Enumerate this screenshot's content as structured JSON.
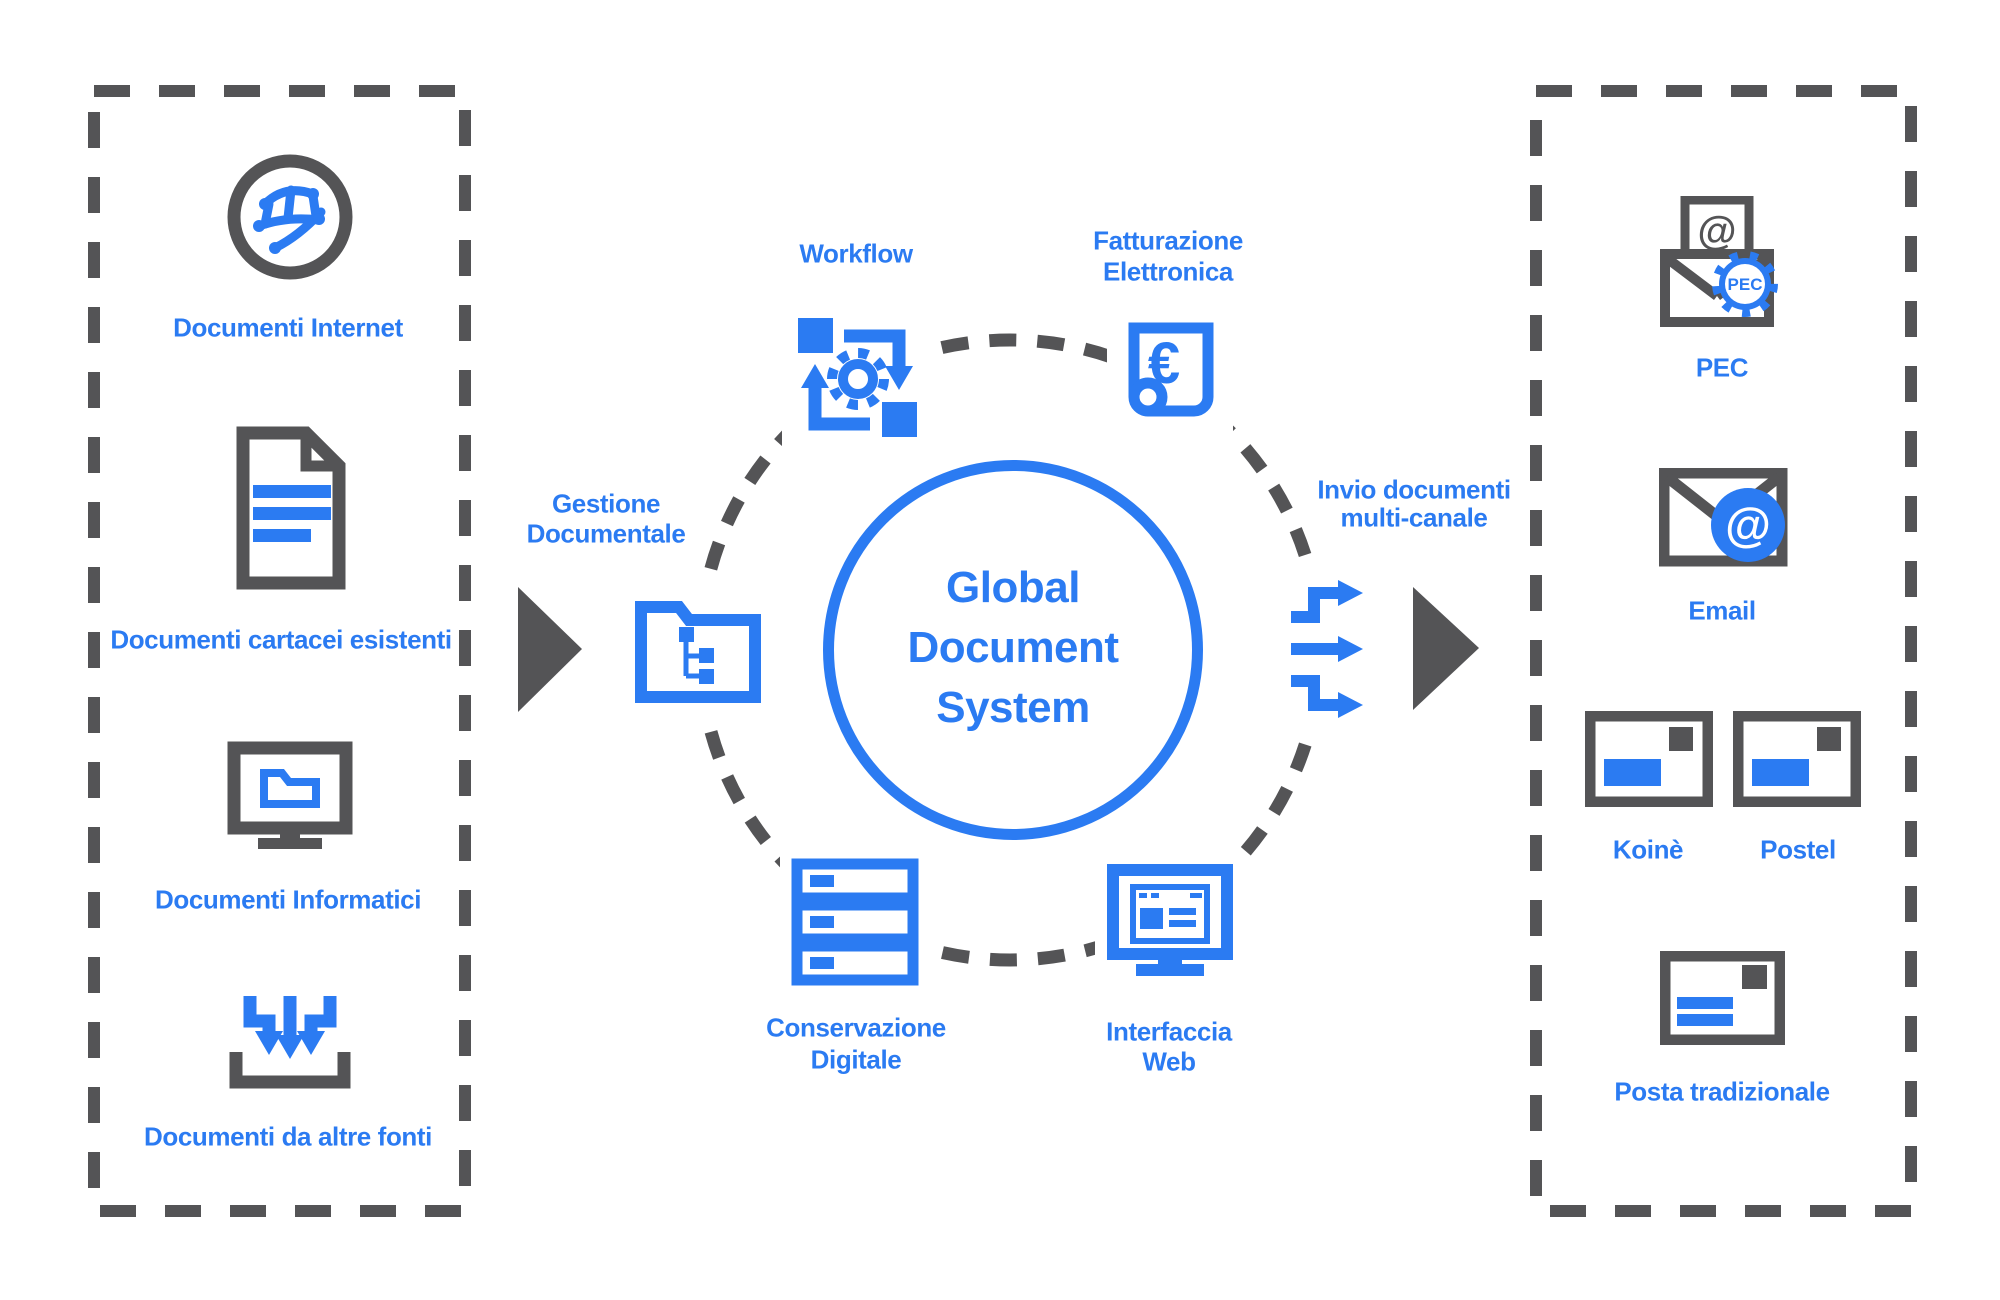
{
  "colors": {
    "accent_blue": "#2B7BF2",
    "icon_gray": "#545456"
  },
  "input_panel": {
    "items": [
      {
        "icon": "globe-icon",
        "label": "Documenti Internet"
      },
      {
        "icon": "paper-document-icon",
        "label": "Documenti cartacei esistenti"
      },
      {
        "icon": "computer-folder-icon",
        "label": "Documenti Informatici"
      },
      {
        "icon": "inbox-arrows-icon",
        "label": "Documenti da altre fonti"
      }
    ]
  },
  "system": {
    "title_line1": "Global",
    "title_line2": "Document",
    "title_line3": "System",
    "workflow_label": "Workflow",
    "fatturazione_line1": "Fatturazione",
    "fatturazione_line2": "Elettronica",
    "fatturazione_symbol": "€",
    "gestione_line1": "Gestione",
    "gestione_line2": "Documentale",
    "conservazione_line1": "Conservazione",
    "conservazione_line2": "Digitale",
    "interfaccia_line1": "Interfaccia",
    "interfaccia_line2": "Web",
    "invio_line1": "Invio documenti",
    "invio_line2": "multi-canale"
  },
  "output_panel": {
    "pec_label": "PEC",
    "pec_badge": "PEC",
    "pec_at": "@",
    "email_label": "Email",
    "email_at": "@",
    "koine_label": "Koinè",
    "postel_label": "Postel",
    "posta_label": "Posta tradizionale"
  }
}
